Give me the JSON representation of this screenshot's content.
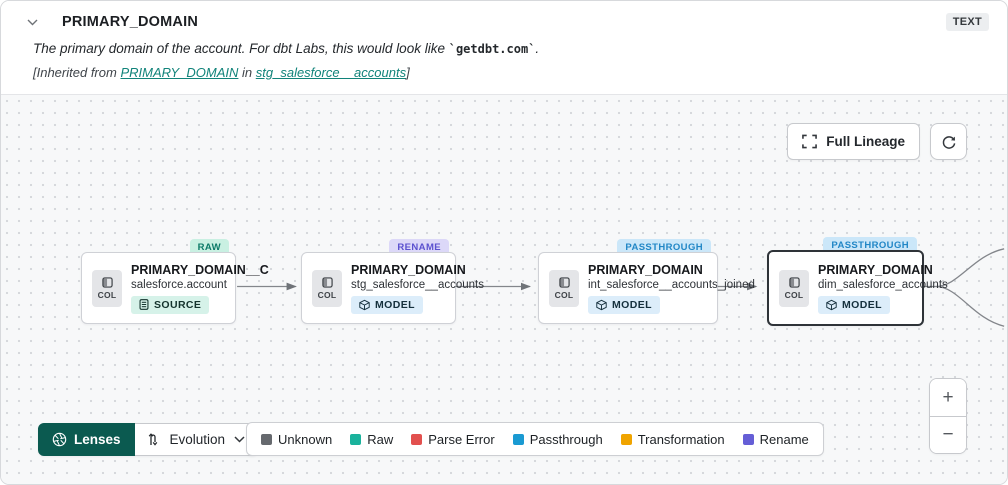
{
  "header": {
    "title": "PRIMARY_DOMAIN",
    "type_badge": "TEXT",
    "description_prefix": "The primary domain of the account. For dbt Labs, this would look like ",
    "description_code": "`getdbt.com`",
    "description_suffix": ".",
    "inherited_prefix": "[Inherited from ",
    "inherited_link_column": "PRIMARY_DOMAIN",
    "inherited_middle": " in ",
    "inherited_link_model": "stg_salesforce__accounts",
    "inherited_suffix": "]"
  },
  "toolbar": {
    "full_lineage_label": "Full Lineage"
  },
  "canvas": {
    "nodes": [
      {
        "badge": "RAW",
        "badge_type": "raw",
        "col_label": "COL",
        "title": "PRIMARY_DOMAIN__C",
        "subtitle": "salesforce.account",
        "resource_label": "SOURCE",
        "resource_type": "source",
        "selected": "false"
      },
      {
        "badge": "RENAME",
        "badge_type": "rename",
        "col_label": "COL",
        "title": "PRIMARY_DOMAIN",
        "subtitle": "stg_salesforce__accounts",
        "resource_label": "MODEL",
        "resource_type": "model",
        "selected": "false"
      },
      {
        "badge": "PASSTHROUGH",
        "badge_type": "passthrough",
        "col_label": "COL",
        "title": "PRIMARY_DOMAIN",
        "subtitle": "int_salesforce__accounts_joined",
        "resource_label": "MODEL",
        "resource_type": "model",
        "selected": "false"
      },
      {
        "badge": "PASSTHROUGH",
        "badge_type": "passthrough",
        "col_label": "COL",
        "title": "PRIMARY_DOMAIN",
        "subtitle": "dim_salesforce_accounts",
        "resource_label": "MODEL",
        "resource_type": "model",
        "selected": "true"
      }
    ]
  },
  "footer": {
    "lenses_label": "Lenses",
    "evolution_label": "Evolution",
    "zoom_in_label": "+",
    "zoom_out_label": "−",
    "legend": [
      {
        "label": "Unknown",
        "color": "#66696e"
      },
      {
        "label": "Raw",
        "color": "#1ab29c"
      },
      {
        "label": "Parse Error",
        "color": "#e2504e"
      },
      {
        "label": "Passthrough",
        "color": "#1a9ad2"
      },
      {
        "label": "Transformation",
        "color": "#f0a400"
      },
      {
        "label": "Rename",
        "color": "#655ed6"
      }
    ]
  },
  "colors": {
    "lenses_bg": "#0b5a50",
    "link_teal": "#11837a",
    "edge": "#83868b",
    "canvas_bg": "#f7f8f9"
  }
}
